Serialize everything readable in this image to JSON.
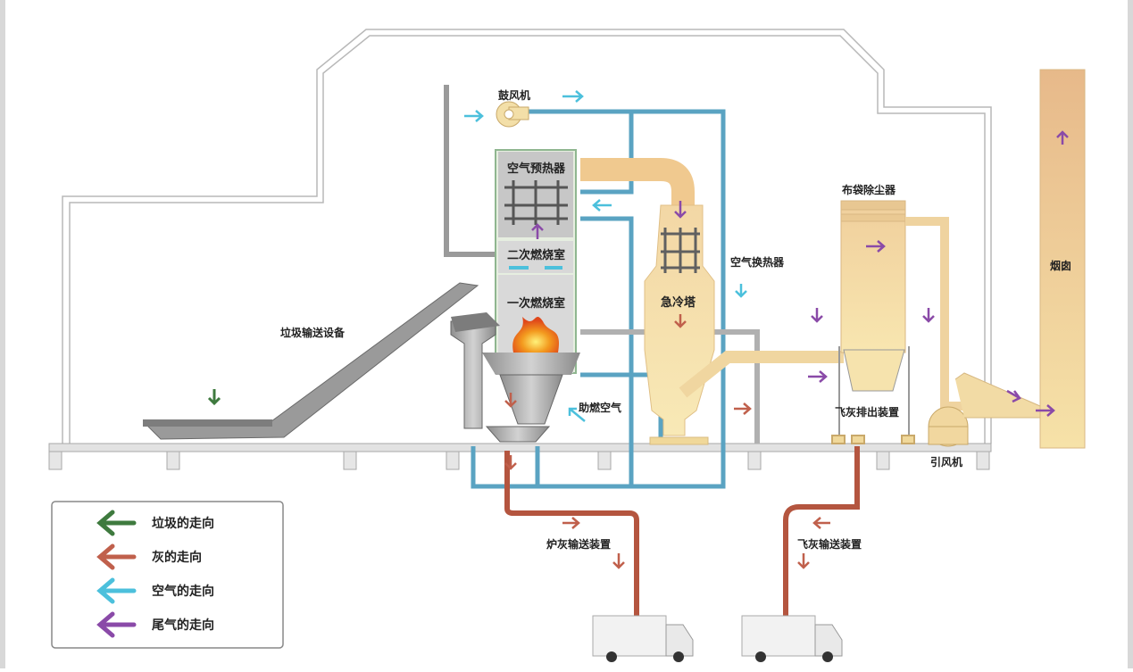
{
  "labels": {
    "blower": "鼓风机",
    "air_preheater": "空气预热器",
    "secondary_chamber": "二次燃烧室",
    "primary_chamber": "一次燃烧室",
    "conveyor": "垃圾输送设备",
    "quench_tower": "急冷塔",
    "air_heat_exchanger": "空气换热器",
    "combustion_air": "助燃空气",
    "bag_filter": "布袋除尘器",
    "fly_ash_discharge": "飞灰排出装置",
    "chimney": "烟囱",
    "id_fan": "引风机",
    "bottom_ash_conveyor": "炉灰输送装置",
    "fly_ash_conveyor": "飞灰输送装置"
  },
  "legend": {
    "items": [
      {
        "label": "垃圾的走向",
        "color": "#3e7a3e"
      },
      {
        "label": "灰的走向",
        "color": "#c0604c"
      },
      {
        "label": "空气的走向",
        "color": "#4cc0dc"
      },
      {
        "label": "尾气的走向",
        "color": "#8a4aa8"
      }
    ]
  },
  "colors": {
    "waste": "#3e7a3e",
    "ash": "#c0604c",
    "air": "#4cc0dc",
    "exhaust": "#8a4aa8",
    "air_pipe": "#5aa3c2",
    "ash_pipe": "#b4553f",
    "flue_gas": "#f0c98f"
  }
}
